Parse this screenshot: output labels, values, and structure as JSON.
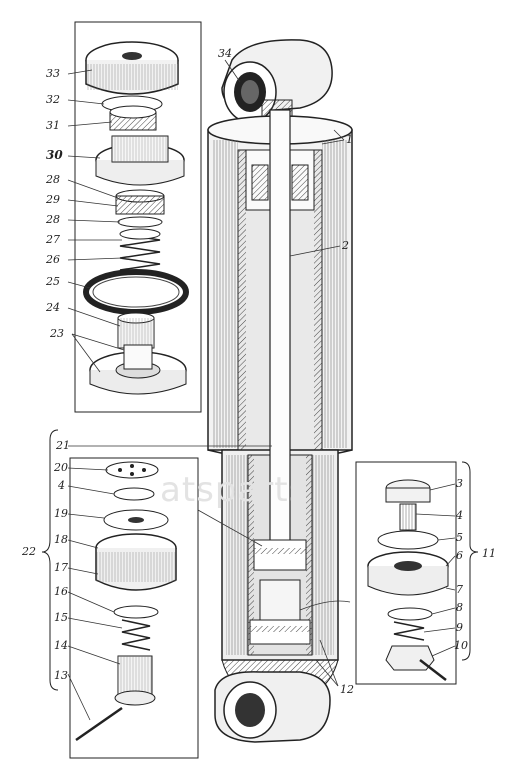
{
  "watermark": "atsparts",
  "groups": {
    "left": "22",
    "right": "11"
  },
  "labels": {
    "l33": "33",
    "l32": "32",
    "l31": "31",
    "l30": "30",
    "l28a": "28",
    "l29": "29",
    "l28b": "28",
    "l27": "27",
    "l26": "26",
    "l25": "25",
    "l24": "24",
    "l23": "23",
    "l34": "34",
    "l1": "1",
    "l2": "2",
    "l21": "21",
    "l20": "20",
    "l4a": "4",
    "l19": "19",
    "l18": "18",
    "l17": "17",
    "l16": "16",
    "l15": "15",
    "l14": "14",
    "l13": "13",
    "l3": "3",
    "l4b": "4",
    "l5": "5",
    "l6": "6",
    "l7": "7",
    "l8": "8",
    "l9": "9",
    "l10": "10",
    "l12": "12"
  }
}
